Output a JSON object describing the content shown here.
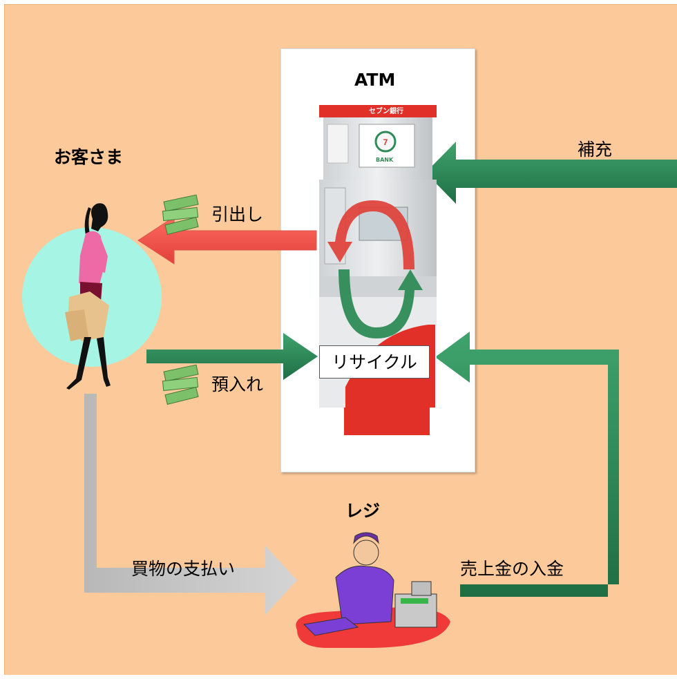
{
  "labels": {
    "atm": "ATM",
    "customer": "お客さま",
    "replenish": "補充",
    "withdrawal": "引出し",
    "deposit": "預入れ",
    "recycle": "リサイクル",
    "register": "レジ",
    "shopping_payment": "買物の支払い",
    "sales_deposit": "売上金の入金"
  },
  "atm_brand": {
    "bank_name": "セブン銀行",
    "screen_badge": "BANK"
  },
  "colors": {
    "background": "#fbc99a",
    "customer_circle": "#a6f5e4",
    "green_arrow": "#2e8b57",
    "red_arrow": "#f0504a",
    "gray_arrow": "#c4c4c4",
    "atm_red": "#e03028"
  },
  "icons": [
    "money-stack-icon",
    "woman-shopper-icon",
    "atm-machine-icon",
    "cashier-clerk-icon",
    "cash-register-icon"
  ]
}
